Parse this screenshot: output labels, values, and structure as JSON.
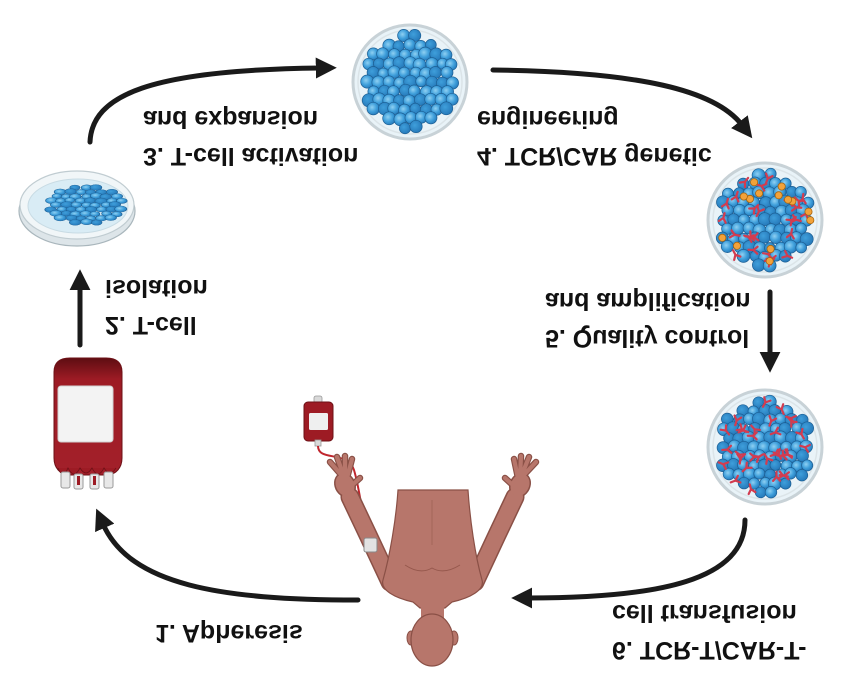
{
  "steps": [
    {
      "lines": [
        "1. Apheresis"
      ]
    },
    {
      "lines": [
        "2. T-cell",
        "isolation"
      ]
    },
    {
      "lines": [
        "3. T-cell activation",
        "and expansion"
      ]
    },
    {
      "lines": [
        "4. TCR/CAR genetic",
        "engineering"
      ]
    },
    {
      "lines": [
        "5. Quality control",
        "and amplification"
      ]
    },
    {
      "lines": [
        "6. TCR-T/CAR-T-",
        "cell transfusion"
      ]
    }
  ],
  "colors": {
    "arrow": "#1a1a1a",
    "text": "#111111",
    "cell_blue": "#3f9fdb",
    "cell_dark": "#2477b8",
    "cell_light": "#8fd0f2",
    "cell_outline": "#1c5f94",
    "dish_fill": "#e9f3f8",
    "dish_rim": "#c8d2d7",
    "receptor_red": "#d23c50",
    "antigen_orange": "#f2a23a",
    "blood_red": "#9d1b24",
    "skin": "#b7766b",
    "skin_outline": "#8a5046"
  }
}
